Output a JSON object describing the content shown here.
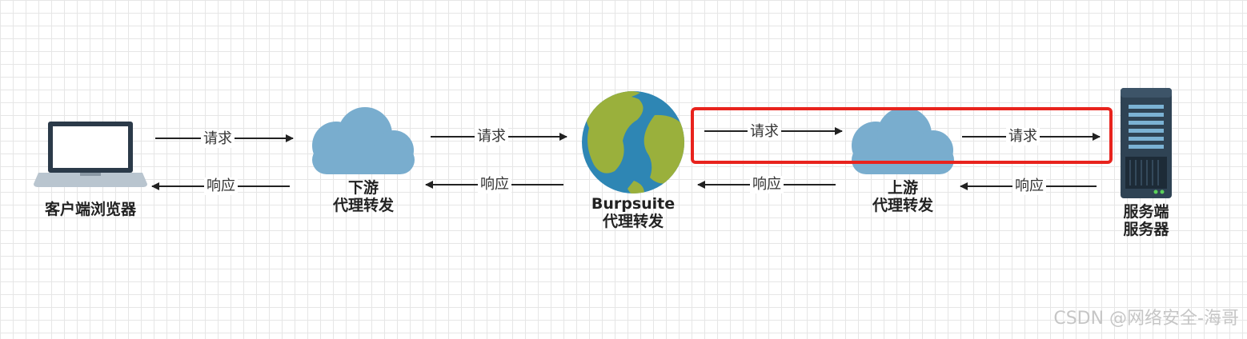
{
  "nodes": {
    "client": {
      "label": "客户端浏览器",
      "icon": "laptop-icon"
    },
    "downstream": {
      "label_line1": "下游",
      "label_line2": "代理转发",
      "icon": "cloud-icon"
    },
    "burp": {
      "label_line1": "Burpsuite",
      "label_line2": "代理转发",
      "icon": "globe-icon"
    },
    "upstream": {
      "label_line1": "上游",
      "label_line2": "代理转发",
      "icon": "cloud-icon"
    },
    "server": {
      "label_line1": "服务端",
      "label_line2": "服务器",
      "icon": "server-icon"
    }
  },
  "edges": {
    "request_label": "请求",
    "response_label": "响应"
  },
  "highlight_color": "#e8231d",
  "cloud_color": "#79adce",
  "watermark": "CSDN @网络安全-海哥"
}
